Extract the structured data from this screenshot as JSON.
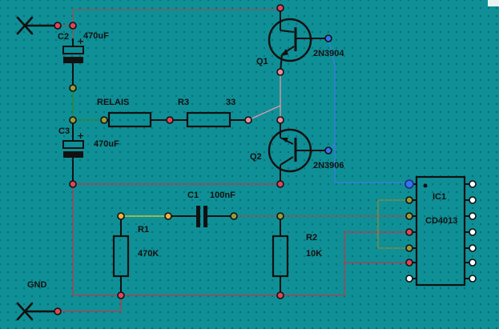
{
  "schematic": {
    "components": {
      "c2": {
        "ref": "C2",
        "value": "470uF"
      },
      "c3": {
        "ref": "C3",
        "value": "470uF"
      },
      "q1": {
        "ref": "Q1",
        "value": "2N3904"
      },
      "q2": {
        "ref": "Q2",
        "value": "2N3906"
      },
      "relais": {
        "ref": "RELAIS"
      },
      "r3": {
        "ref": "R3",
        "value": "33"
      },
      "c1": {
        "ref": "C1",
        "value": "100nF"
      },
      "r1": {
        "ref": "R1",
        "value": "470K"
      },
      "r2": {
        "ref": "R2",
        "value": "10K"
      },
      "ic1": {
        "ref": "IC1",
        "value": "CD4013"
      }
    },
    "nets": {
      "gnd": "GND"
    },
    "polarity_mark": "+"
  },
  "colors": {
    "background": "#0f8f96",
    "component": "#111111",
    "wire_default": "#8b5a5a",
    "wire_red": "#c0394a",
    "wire_pink": "#e69aa8",
    "wire_green": "#2f8a2f",
    "wire_yellow": "#e6d23a",
    "wire_blue": "#3b7fe0",
    "wire_olive": "#8a8a3a",
    "pin_red": "#e0455a",
    "pin_pink": "#f08a9a",
    "pin_olive": "#9a9a3a",
    "pin_blue": "#3a6ff0",
    "pin_yellow": "#f0b040"
  }
}
